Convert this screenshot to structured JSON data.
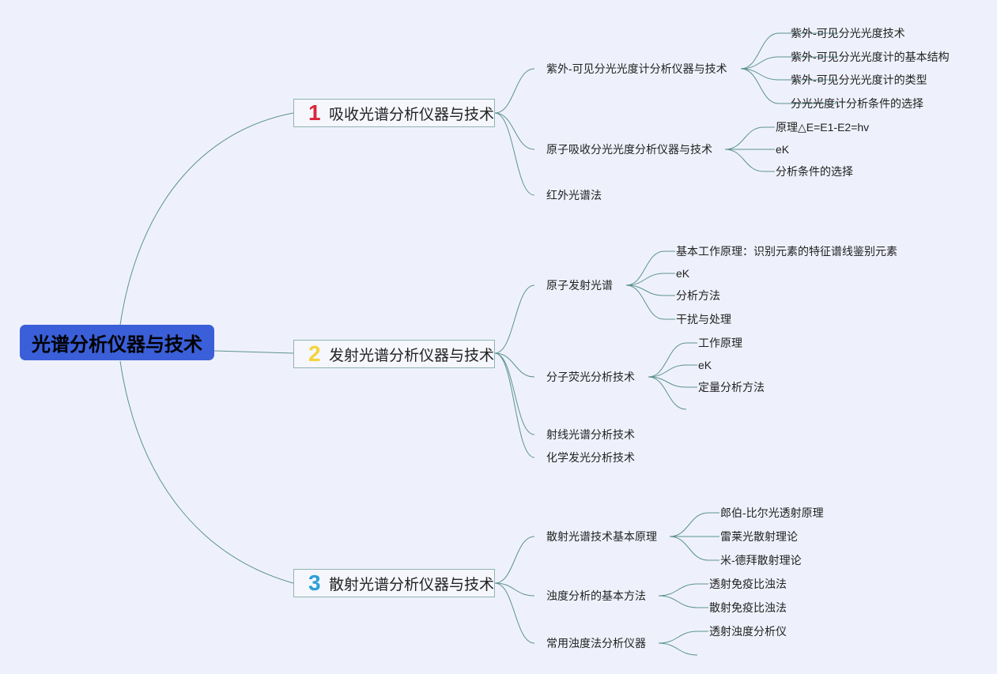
{
  "root": {
    "label": "光谱分析仪器与技术"
  },
  "colors": {
    "background": "#eef1fb",
    "root": "#3a5fd8",
    "line": "#5d9290",
    "badge1": "#d9263b",
    "badge2": "#f4d23a",
    "badge3": "#2aa0d6"
  },
  "branches": [
    {
      "number": "1",
      "label": "吸收光谱分析仪器与技术",
      "topics": [
        {
          "label": "紫外-可见分光光度计分析仪器与技术",
          "items": [
            "紫外-可见分光光度技术",
            "紫外-可见分光光度计的基本结构",
            "紫外-可见分光光度计的类型",
            "分光光度计分析条件的选择"
          ]
        },
        {
          "label": "原子吸收分光光度分析仪器与技术",
          "items": [
            "原理△E=E1-E2=hv",
            "eK",
            "分析条件的选择"
          ]
        },
        {
          "label": "红外光谱法",
          "items": []
        }
      ]
    },
    {
      "number": "2",
      "label": "发射光谱分析仪器与技术",
      "topics": [
        {
          "label": "原子发射光谱",
          "items": [
            "基本工作原理：识别元素的特征谱线鉴别元素",
            "eK",
            "分析方法",
            "干扰与处理"
          ]
        },
        {
          "label": "分子荧光分析技术",
          "items": [
            "工作原理",
            "eK",
            "定量分析方法",
            ""
          ]
        },
        {
          "label": "射线光谱分析技术",
          "items": []
        },
        {
          "label": "化学发光分析技术",
          "items": []
        }
      ]
    },
    {
      "number": "3",
      "label": "散射光谱分析仪器与技术",
      "topics": [
        {
          "label": "散射光谱技术基本原理",
          "items": [
            "郎伯-比尔光透射原理",
            "雷莱光散射理论",
            "米-德拜散射理论"
          ]
        },
        {
          "label": "浊度分析的基本方法",
          "items": [
            "透射免疫比浊法",
            "散射免疫比浊法"
          ]
        },
        {
          "label": "常用浊度法分析仪器",
          "items": [
            "透射浊度分析仪",
            ""
          ]
        }
      ]
    }
  ]
}
